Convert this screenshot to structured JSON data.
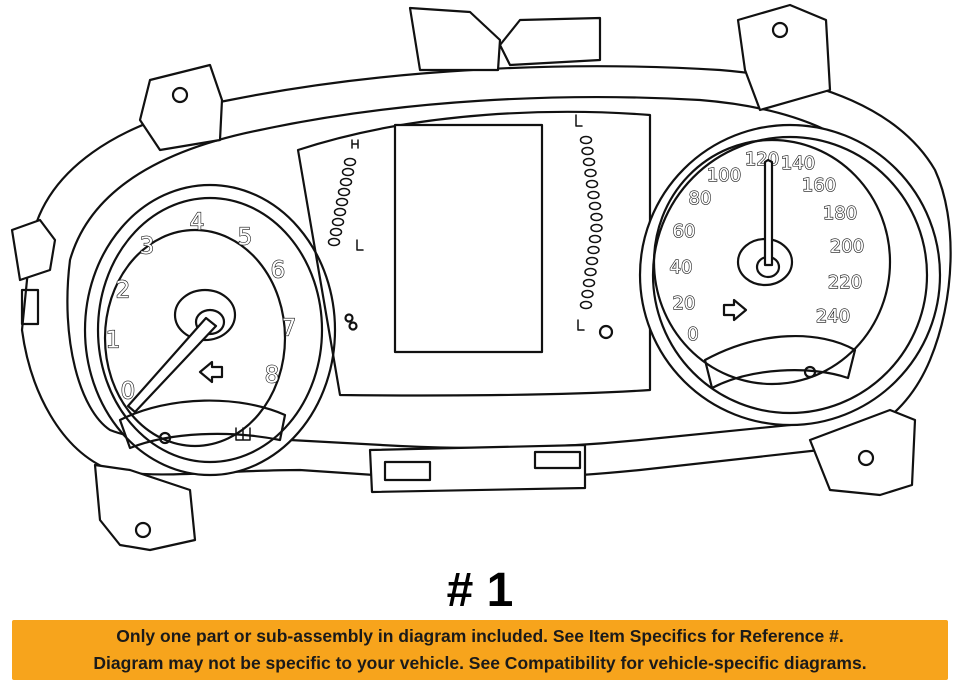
{
  "diagram": {
    "part_number_label": "# 1",
    "tachometer": {
      "labels": [
        "0",
        "1",
        "2",
        "3",
        "4",
        "5",
        "6",
        "7",
        "8"
      ]
    },
    "speedometer": {
      "labels": [
        "0",
        "20",
        "40",
        "60",
        "80",
        "100",
        "120",
        "140",
        "160",
        "180",
        "200",
        "220",
        "240"
      ]
    }
  },
  "notice": {
    "line1": "Only one part or sub-assembly in diagram included. See Item Specifics for Reference #.",
    "line2": "Diagram may not be specific to your vehicle. See Compatibility for vehicle-specific diagrams.",
    "background_color": "#f7a41c"
  }
}
